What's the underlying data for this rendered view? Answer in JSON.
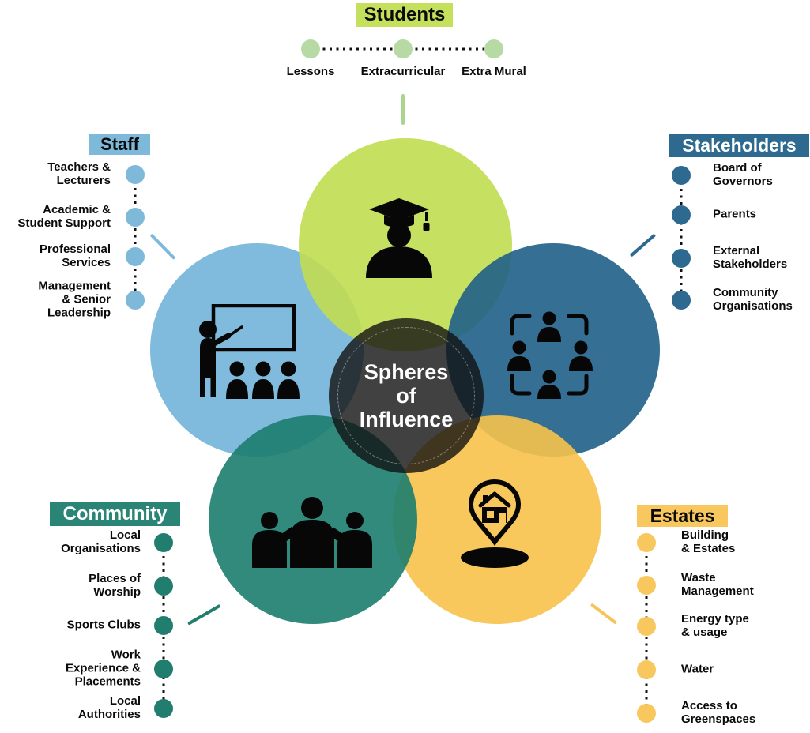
{
  "title": {
    "text": "Spheres\nof\nInfluence"
  },
  "colors": {
    "students_green": "#c5e05c",
    "students_dot_green": "#b7d9a4",
    "staff_blue": "#7fb9da",
    "stakeholders_blue": "#2e6a8f",
    "community_teal": "#2a8577",
    "estates_yellow": "#f8c85e",
    "center_dark": "#262626",
    "text_dark": "#0b0b0b",
    "text_light": "#ffffff"
  },
  "groups": {
    "students": {
      "label": "Students",
      "items": [
        "Lessons",
        "Extracurricular",
        "Extra Mural"
      ]
    },
    "staff": {
      "label": "Staff",
      "items": [
        "Teachers &\nLecturers",
        "Academic &\nStudent Support",
        "Professional\nServices",
        "Management\n& Senior\nLeadership"
      ]
    },
    "stakeholders": {
      "label": "Stakeholders",
      "items": [
        "Board of\nGovernors",
        "Parents",
        "External\nStakeholders",
        "Community\nOrganisations"
      ]
    },
    "community": {
      "label": "Community",
      "items": [
        "Local\nOrganisations",
        "Places of\nWorship",
        "Sports Clubs",
        "Work\nExperience &\nPlacements",
        "Local\nAuthorities"
      ]
    },
    "estates": {
      "label": "Estates",
      "items": [
        "Building\n& Estates",
        "Waste\nManagement",
        "Energy type\n& usage",
        "Water",
        "Access to\nGreenspaces"
      ]
    }
  }
}
